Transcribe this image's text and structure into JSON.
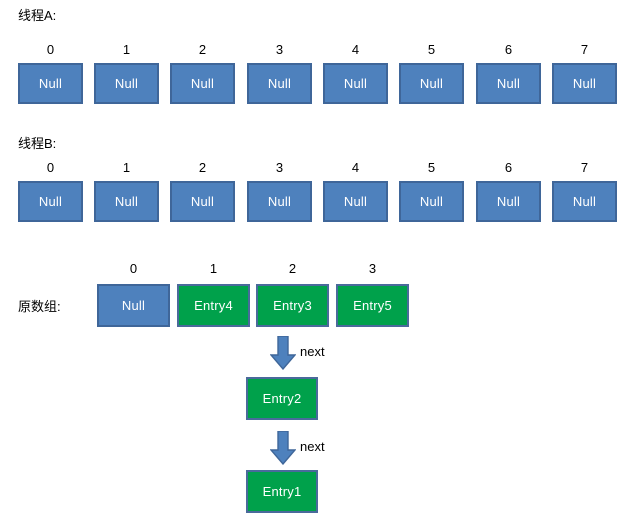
{
  "diagram": {
    "title_rows": [
      {
        "label": "线程A:"
      },
      {
        "label": "线程B:"
      },
      {
        "label": "原数组:"
      }
    ],
    "thread_a": {
      "label": "线程A:",
      "indices": [
        "0",
        "1",
        "2",
        "3",
        "4",
        "5",
        "6",
        "7"
      ],
      "cells": [
        {
          "text": "Null",
          "kind": "null"
        },
        {
          "text": "Null",
          "kind": "null"
        },
        {
          "text": "Null",
          "kind": "null"
        },
        {
          "text": "Null",
          "kind": "null"
        },
        {
          "text": "Null",
          "kind": "null"
        },
        {
          "text": "Null",
          "kind": "null"
        },
        {
          "text": "Null",
          "kind": "null"
        },
        {
          "text": "Null",
          "kind": "null"
        }
      ]
    },
    "thread_b": {
      "label": "线程B:",
      "indices": [
        "0",
        "1",
        "2",
        "3",
        "4",
        "5",
        "6",
        "7"
      ],
      "cells": [
        {
          "text": "Null",
          "kind": "null"
        },
        {
          "text": "Null",
          "kind": "null"
        },
        {
          "text": "Null",
          "kind": "null"
        },
        {
          "text": "Null",
          "kind": "null"
        },
        {
          "text": "Null",
          "kind": "null"
        },
        {
          "text": "Null",
          "kind": "null"
        },
        {
          "text": "Null",
          "kind": "null"
        },
        {
          "text": "Null",
          "kind": "null"
        }
      ]
    },
    "original_array": {
      "label": "原数组:",
      "indices": [
        "0",
        "1",
        "2",
        "3"
      ],
      "cells": [
        {
          "text": "Null",
          "kind": "null"
        },
        {
          "text": "Entry4",
          "kind": "entry"
        },
        {
          "text": "Entry3",
          "kind": "entry"
        },
        {
          "text": "Entry5",
          "kind": "entry"
        }
      ]
    },
    "chain": {
      "nodes": [
        {
          "text": "Entry2",
          "kind": "entry"
        },
        {
          "text": "Entry1",
          "kind": "entry"
        }
      ],
      "arrows": [
        {
          "label": "next",
          "icon": "down-block-arrow-icon"
        },
        {
          "label": "next",
          "icon": "down-block-arrow-icon"
        }
      ]
    },
    "colors": {
      "null_fill": "#4e81bd",
      "null_border": "#3f6699",
      "entry_fill": "#00a14b",
      "entry_border": "#4a6a9b",
      "arrow_fill": "#4e81bd",
      "arrow_border": "#3f6699",
      "text_light": "#ffffff",
      "text_dark": "#000000",
      "background": "#ffffff"
    }
  }
}
